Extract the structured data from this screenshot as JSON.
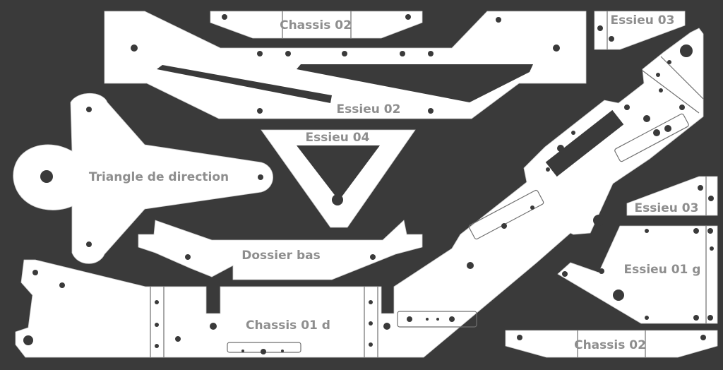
{
  "sheet": {
    "background": "#3a3a3a",
    "part_color": "#ffffff",
    "label_color": "#8e8e8e"
  },
  "labels": {
    "chassis_02_top": "Chassis 02",
    "essieu_03_top": "Essieu 03",
    "essieu_02": "Essieu 02",
    "essieu_04": "Essieu 04",
    "triangle_direction": "Triangle de direction",
    "essieu_03_right": "Essieu 03",
    "dossier_bas": "Dossier bas",
    "essieu_01_g": "Essieu 01 g",
    "chassis_01_d": "Chassis 01 d",
    "chassis_02_bottom": "Chassis 02"
  }
}
